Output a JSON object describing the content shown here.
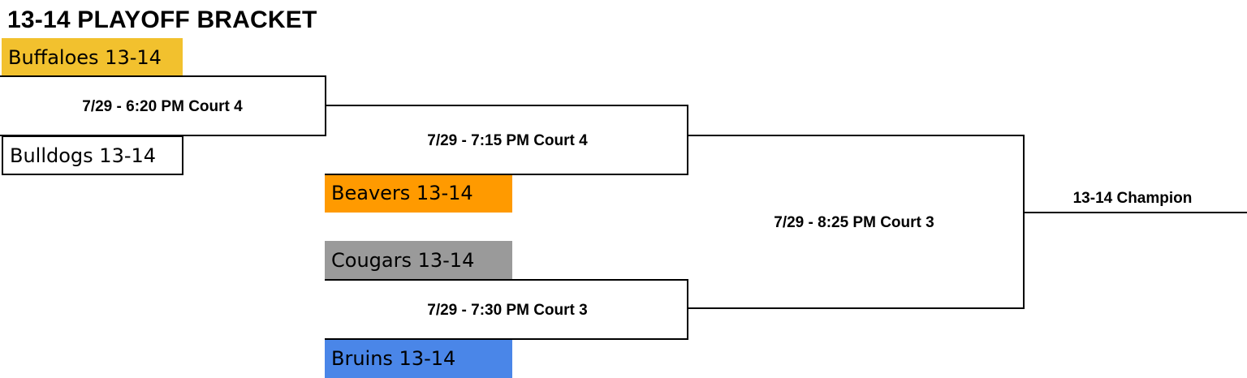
{
  "title": "13-14 PLAYOFF BRACKET",
  "colors": {
    "buffaloes": "#f2c12e",
    "bulldogs": "#ffffff",
    "beavers": "#ff9a00",
    "cougars": "#9a9a9a",
    "bruins": "#4a86e8"
  },
  "teams": {
    "buffaloes": "Buffaloes 13-14",
    "bulldogs": "Bulldogs 13-14",
    "beavers": "Beavers 13-14",
    "cougars": "Cougars 13-14",
    "bruins": "Bruins 13-14"
  },
  "games": {
    "game1": "7/29 - 6:20 PM Court 4",
    "game2": "7/29 - 7:15 PM Court 4",
    "game3": "7/29 - 7:30 PM Court 3",
    "final": "7/29 - 8:25 PM Court 3"
  },
  "champion": "13-14 Champion"
}
